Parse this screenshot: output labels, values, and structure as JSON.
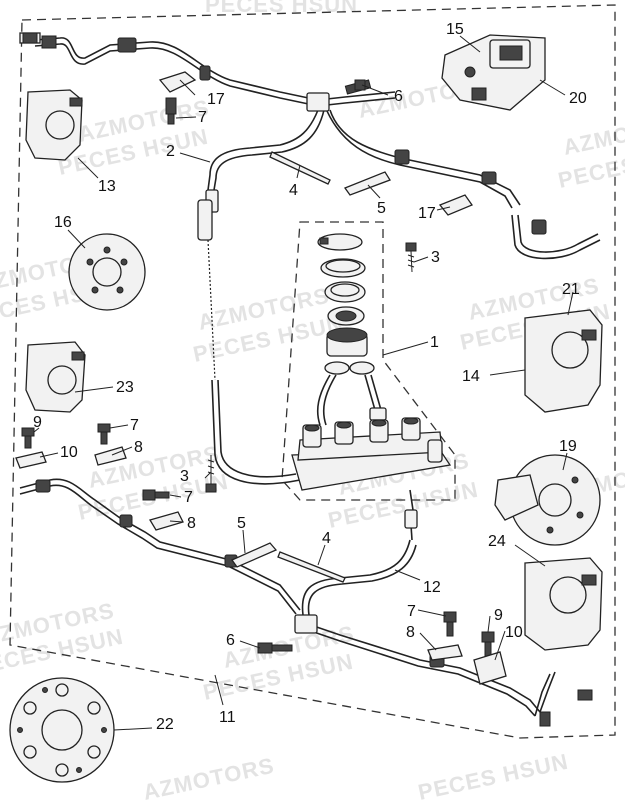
{
  "watermark": {
    "line1": "AZMOTORS",
    "line2": "PECES HSUN",
    "color": "#e3e3e3"
  },
  "callouts": [
    {
      "id": "c1",
      "text": "1"
    },
    {
      "id": "c2",
      "text": "2"
    },
    {
      "id": "c3a",
      "text": "3"
    },
    {
      "id": "c3b",
      "text": "3"
    },
    {
      "id": "c4a",
      "text": "4"
    },
    {
      "id": "c4b",
      "text": "4"
    },
    {
      "id": "c5a",
      "text": "5"
    },
    {
      "id": "c5b",
      "text": "5"
    },
    {
      "id": "c6a",
      "text": "6"
    },
    {
      "id": "c6b",
      "text": "6"
    },
    {
      "id": "c7a",
      "text": "7"
    },
    {
      "id": "c7b",
      "text": "7"
    },
    {
      "id": "c7c",
      "text": "7"
    },
    {
      "id": "c7d",
      "text": "7"
    },
    {
      "id": "c8a",
      "text": "8"
    },
    {
      "id": "c8b",
      "text": "8"
    },
    {
      "id": "c8c",
      "text": "8"
    },
    {
      "id": "c9a",
      "text": "9"
    },
    {
      "id": "c9b",
      "text": "9"
    },
    {
      "id": "c10a",
      "text": "10"
    },
    {
      "id": "c10b",
      "text": "10"
    },
    {
      "id": "c11",
      "text": "11"
    },
    {
      "id": "c12",
      "text": "12"
    },
    {
      "id": "c13",
      "text": "13"
    },
    {
      "id": "c14",
      "text": "14"
    },
    {
      "id": "c15",
      "text": "15"
    },
    {
      "id": "c16",
      "text": "16"
    },
    {
      "id": "c17a",
      "text": "17"
    },
    {
      "id": "c17b",
      "text": "17"
    },
    {
      "id": "c19",
      "text": "19"
    },
    {
      "id": "c20",
      "text": "20"
    },
    {
      "id": "c21",
      "text": "21"
    },
    {
      "id": "c22",
      "text": "22"
    },
    {
      "id": "c23",
      "text": "23"
    },
    {
      "id": "c24",
      "text": "24"
    }
  ]
}
